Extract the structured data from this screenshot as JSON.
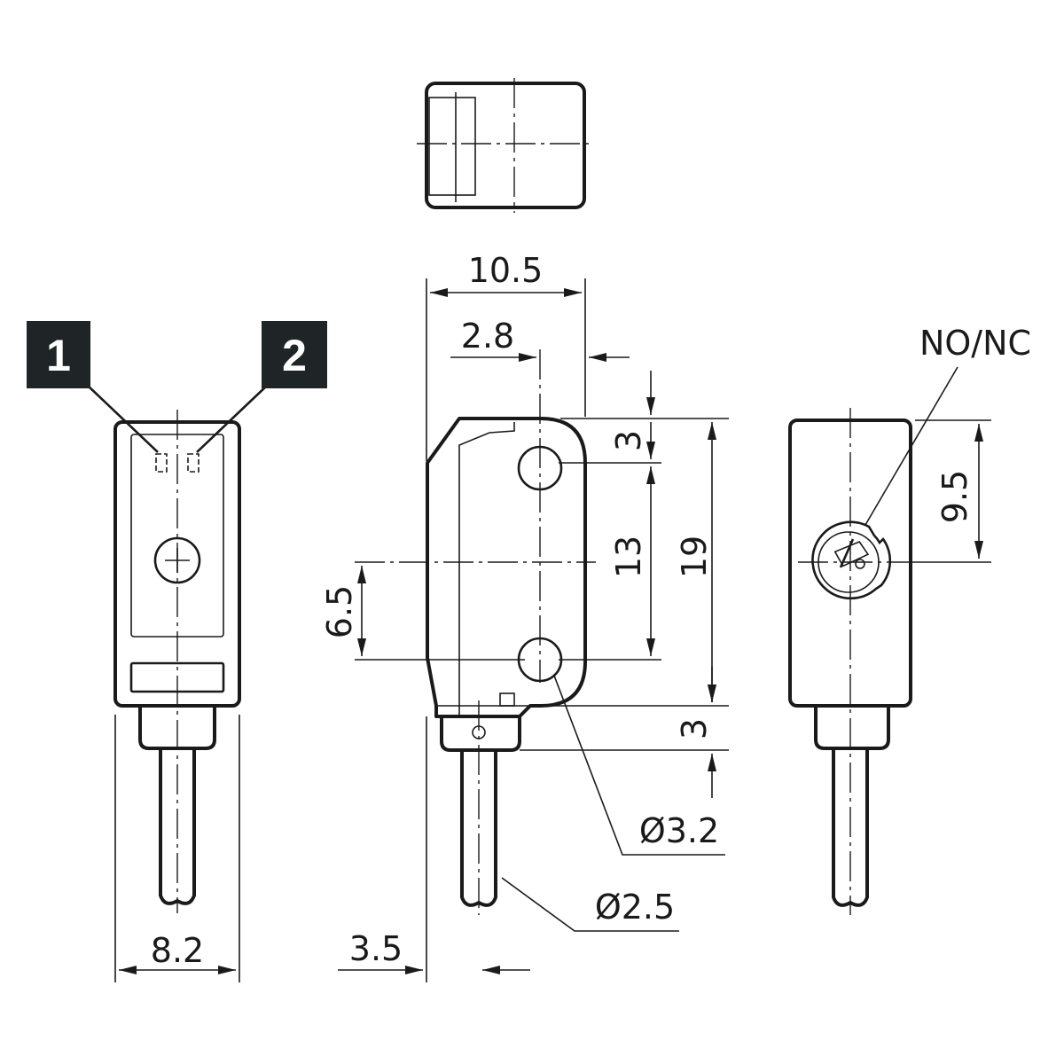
{
  "dimensions": {
    "width_total": "10.5",
    "hole_offset_x": "2.8",
    "hole_offset_top": "3",
    "hole_spacing": "13",
    "height_total": "19",
    "hole_offset_bottom": "3",
    "center_offset": "6.5",
    "hole_diameter": "Ø3.2",
    "cable_diameter": "Ø2.5",
    "cable_offset": "3.5",
    "front_width": "8.2",
    "adjuster_height": "9.5"
  },
  "labels": {
    "switch": "NO/NC",
    "badge_1": "1",
    "badge_2": "2"
  }
}
